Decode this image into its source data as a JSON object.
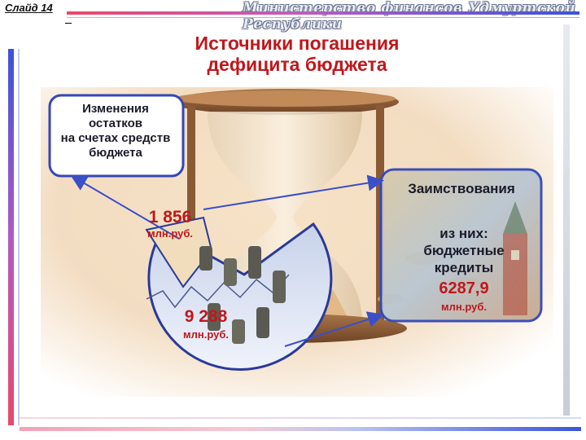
{
  "header": {
    "slide_label": "Слайд 14",
    "ministry": "Министерство финансов Удмуртской Республики"
  },
  "title_line1": "Источники погашения",
  "title_line2": "дефицита бюджета",
  "balances_box": {
    "lines": [
      "Изменения",
      "остатков",
      "на счетах средств",
      "бюджета"
    ],
    "value": "1 856",
    "unit": "млн.руб."
  },
  "pie_main": {
    "value": "9 288",
    "unit": "млн.руб."
  },
  "borrowings_box": {
    "heading": "Заимствования",
    "lines": [
      "из них:",
      "бюджетные",
      "кредиты"
    ],
    "value": "6287,9",
    "unit": "млн.руб."
  },
  "colors": {
    "accent_red": "#c0171b",
    "box_border": "#3347b8",
    "arrow": "#3a4fc8"
  }
}
